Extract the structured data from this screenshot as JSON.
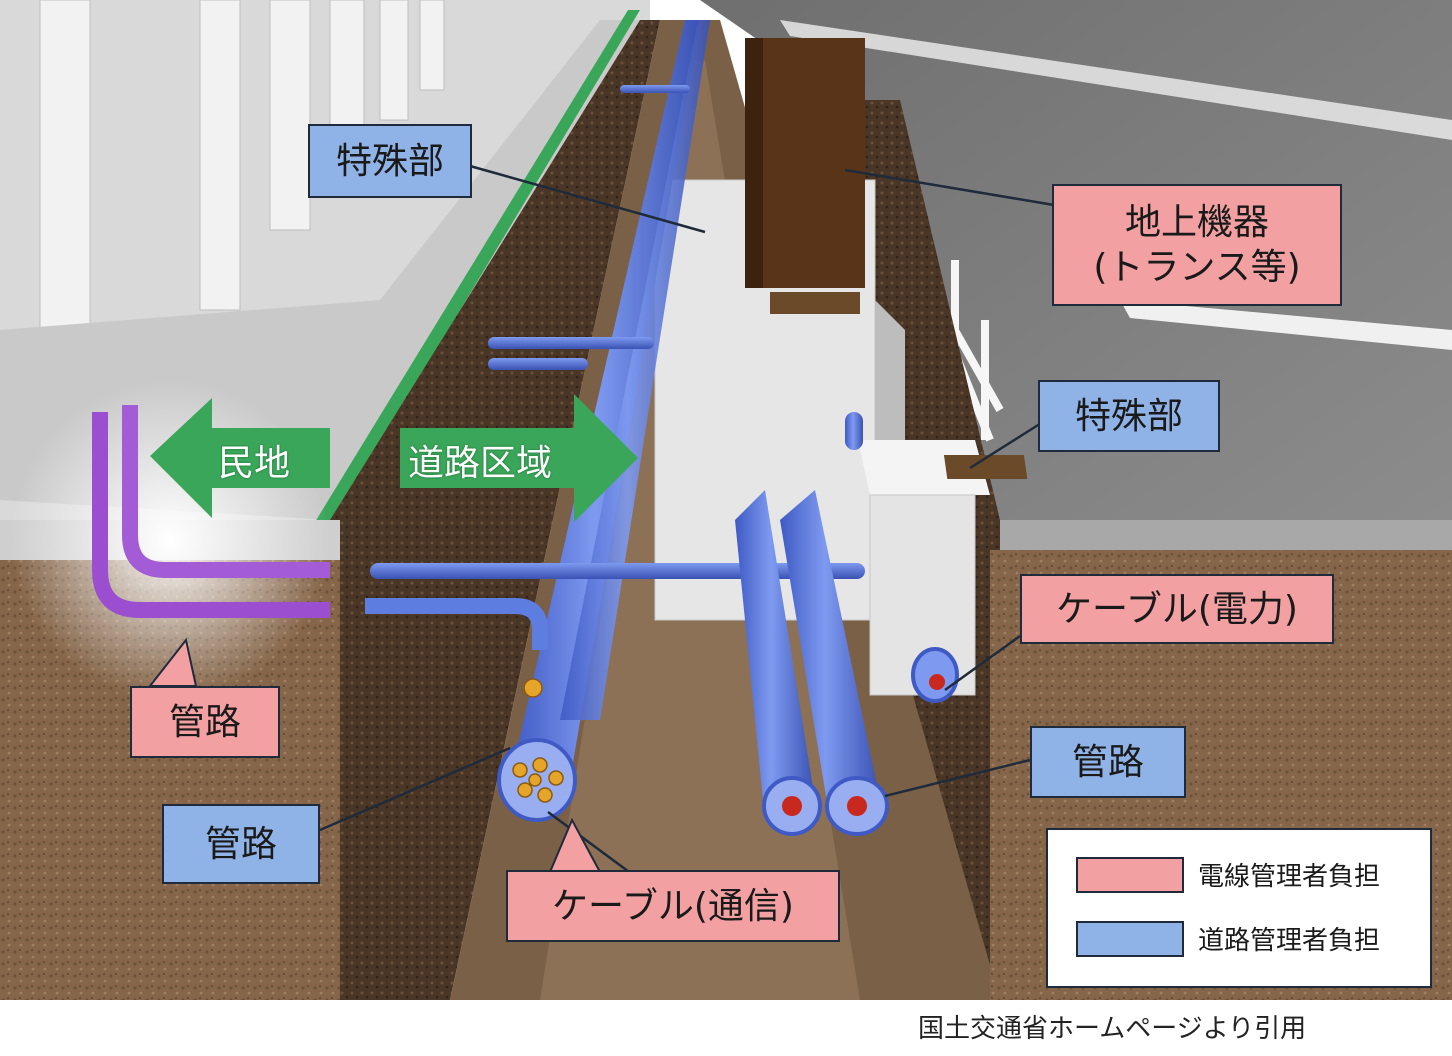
{
  "labels": {
    "special_top": "特殊部",
    "ground_equipment_line1": "地上機器",
    "ground_equipment_line2": "(トランス等)",
    "special_right": "特殊部",
    "private_land": "民地",
    "road_area": "道路区域",
    "cable_power": "ケーブル(電力)",
    "conduit_left": "管路",
    "conduit_right": "管路",
    "conduit_bottom": "管路",
    "cable_comm": "ケーブル(通信)"
  },
  "legend": {
    "items": [
      {
        "label": "電線管理者負担",
        "color": "#f2a0a2"
      },
      {
        "label": "道路管理者負担",
        "color": "#8fb3e6"
      }
    ]
  },
  "source": "国土交通省ホームページより引用",
  "colors": {
    "electric_manager": "#f2a0a2",
    "road_manager": "#8fb3e6",
    "pipe": "#5e7de0",
    "soil": "#8a6a4c",
    "arrow_green": "#3aa65a",
    "transformer": "#5a3418",
    "private_pipe": "#a35cd6"
  }
}
